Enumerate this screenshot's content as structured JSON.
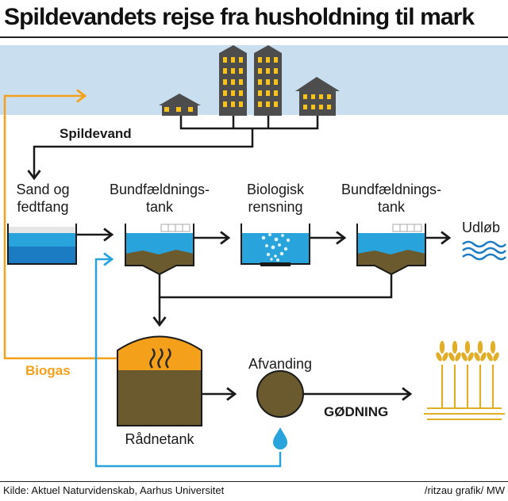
{
  "title": "Spildevandets rejse fra husholdning til mark",
  "labels": {
    "spildevand": "Spildevand",
    "sand_line1": "Sand og",
    "sand_line2": "fedtfang",
    "bund1_line1": "Bundfældnings-",
    "bund1_line2": "tank",
    "bio_line1": "Biologisk",
    "bio_line2": "rensning",
    "bund2_line1": "Bundfældnings-",
    "bund2_line2": "tank",
    "udlob": "Udløb",
    "biogas": "Biogas",
    "afvanding": "Afvanding",
    "godning": "GØDNING",
    "radnetank": "Rådnetank"
  },
  "footer": {
    "source": "Kilde: Aktuel Naturvidenskab, Aarhus Universitet",
    "credit": "/ritzau grafik/ MW"
  },
  "colors": {
    "sky": "#c9dff0",
    "water": "#29a3dc",
    "water_dark": "#1b7cc4",
    "sludge": "#6b5a2e",
    "biogas": "#f5a01a",
    "building": "#4d4d4d",
    "window": "#f8c21b",
    "wheat": "#e0ae28"
  }
}
